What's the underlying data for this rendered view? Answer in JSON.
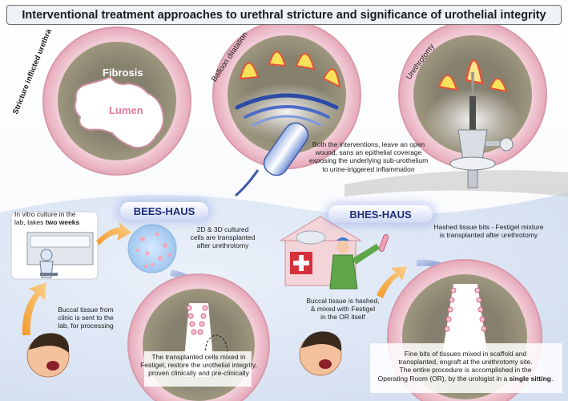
{
  "title": "Interventional treatment approaches to urethral stricture and significance of urothelial integrity",
  "panels": {
    "stricture": {
      "heading": "Stricture inflicted urethra",
      "fibrosis": "Fibrosis",
      "lumen": "Lumen"
    },
    "balloon": {
      "heading": "Balloon dilatation"
    },
    "urethrotomy": {
      "heading": "Urethrotomy"
    }
  },
  "notes": {
    "interventions": [
      "Both the interventions, leave an open",
      "wound, sans an epithelial coverage",
      "exposing the underlying sub-urothelium",
      "to urine-triggered inflammation"
    ]
  },
  "bees": {
    "label": "BEES-HAUS",
    "invitro_1": "In vitro culture in the",
    "invitro_2": "lab, takes ",
    "invitro_bold": "two weeks",
    "cultured": [
      "2D & 3D cultured",
      "cells are transplanted",
      "after urethrotomy"
    ],
    "buccal": [
      "Buccal tissue from",
      "clinic is sent to the",
      "lab, for processing"
    ],
    "result": [
      "The transplanted cells mixed in",
      "Festigel, restore the urothelial integrity,",
      "proven clinically and pre-clinically"
    ]
  },
  "bhes": {
    "label": "BHES-HAUS",
    "hashed_mix": [
      "Hashed tissue bits - Festigel mixture",
      "is transplanted after urethrotomy"
    ],
    "buccal": [
      "Buccal tissue is hashed,",
      "& mixed with Festigel",
      "in the OR itself"
    ],
    "result_1": "Fine bits of tissues mixed in scaffold and",
    "result_2": "transplanted, engraft at the urethrotomy site.",
    "result_3": "The entire procedure is accomplished in the",
    "result_4": "Operating Room (OR), by the urologist in a ",
    "result_bold": "single sitting",
    "result_end": "."
  }
}
